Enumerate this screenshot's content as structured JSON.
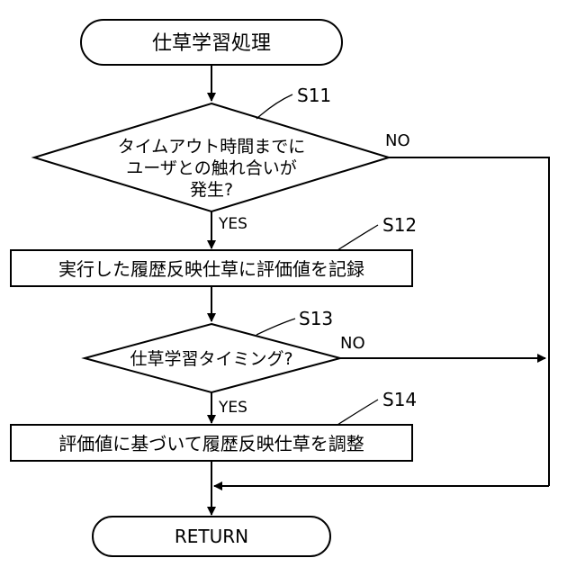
{
  "start": {
    "label": "仕草学習処理"
  },
  "end": {
    "label": "RETURN"
  },
  "steps": [
    {
      "id": "S11",
      "lines": [
        "タイムアウト時間までに",
        "ユーザとの触れ合いが",
        "発生?"
      ]
    },
    {
      "id": "S12",
      "text": "実行した履歴反映仕草に評価値を記録"
    },
    {
      "id": "S13",
      "text": "仕草学習タイミング?"
    },
    {
      "id": "S14",
      "text": "評価値に基づいて履歴反映仕草を調整"
    }
  ],
  "branches": {
    "s11_yes": "YES",
    "s11_no": "NO",
    "s13_yes": "YES",
    "s13_no": "NO"
  }
}
